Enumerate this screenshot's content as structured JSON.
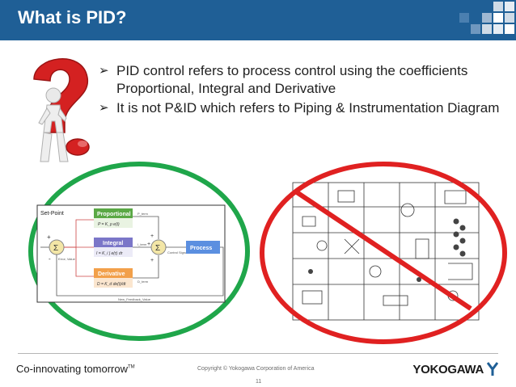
{
  "slide": {
    "title": "What is PID?",
    "bullets": [
      "PID control refers to process control using the coefficients Proportional, Integral and Derivative",
      "It is not P&ID which refers to Piping & Instrumentation Diagram"
    ],
    "bullet_glyph": "➢"
  },
  "pid_diagram": {
    "setpoint": "Set-Point",
    "sum1": "Σ",
    "sum2": "Σ",
    "plus1": "+",
    "minus1": "-",
    "plus2": "+",
    "plus3": "+",
    "plus4": "+",
    "error_label": "Error, Value",
    "proportional": "Proportional",
    "proportional_formula": "P = K_p e(t)",
    "integral": "Integral",
    "integral_formula": "I = K_i ∫ e(τ) dτ",
    "derivative": "Derivative",
    "derivative_formula": "D = K_d de(t)/dt",
    "p_term": "P_term",
    "i_term": "I_term",
    "d_term": "D_term",
    "control_signal": "Control Signal",
    "process": "Process",
    "feedback": "New_Feedback_Value"
  },
  "footer": {
    "tagline": "Co-innovating tomorrow",
    "tm": "TM",
    "copyright": "Copyright © Yokogawa Corporation of America",
    "page_number": "11",
    "logo": "YOKOGAWA"
  },
  "colors": {
    "header": "#1f5f96",
    "green_ring": "#1fa64a",
    "red_ring": "#e02121",
    "proportional": "#5aa845",
    "integral": "#7b76c8",
    "derivative": "#f2a04a",
    "process": "#5b8fe0",
    "sum": "#f3e6a6",
    "logo_mark": "#1f5f96"
  }
}
